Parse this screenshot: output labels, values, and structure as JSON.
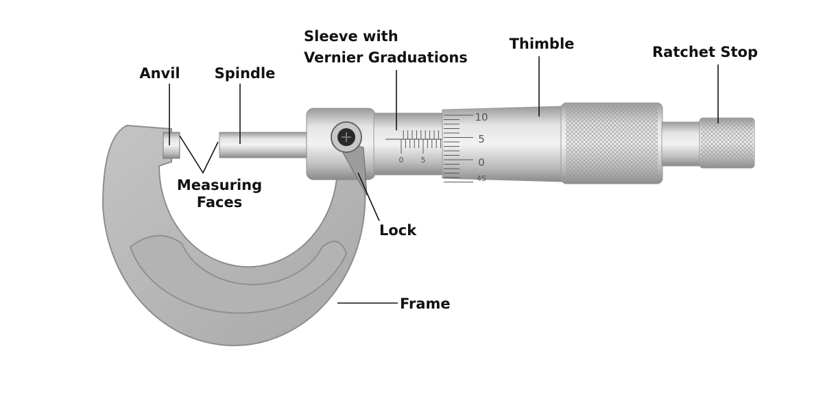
{
  "labels": {
    "anvil": "Anvil",
    "spindle": "Spindle",
    "sleeve_line1": "Sleeve with",
    "sleeve_line2": "Vernier Graduations",
    "thimble": "Thimble",
    "ratchet_stop": "Ratchet Stop",
    "measuring_faces_line1": "Measuring",
    "measuring_faces_line2": "Faces",
    "lock": "Lock",
    "frame": "Frame"
  },
  "scales": {
    "sleeve": [
      "0",
      "5"
    ],
    "thimble": [
      "10",
      "5",
      "0",
      "45"
    ]
  },
  "colors": {
    "metal_light": "#d9d9d9",
    "metal_mid": "#b8b8b8",
    "metal_dark": "#8a8a8a",
    "text": "#111111"
  }
}
